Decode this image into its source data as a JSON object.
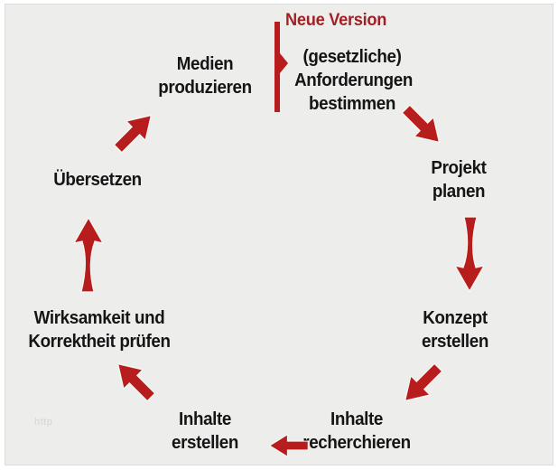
{
  "diagram": {
    "title": "Neue Version",
    "watermark": "http",
    "colors": {
      "arrow_red": "#b81d1d",
      "title_red": "#9f2124",
      "text": "#151515",
      "panel_background": "#ededec",
      "panel_border": "#dcdcdc",
      "frame": "#ffffff"
    },
    "steps": [
      {
        "id": "anforderungen-bestimmen",
        "label": "(gesetzliche)\nAnforderungen\nbestimmen"
      },
      {
        "id": "projekt-planen",
        "label": "Projekt\nplanen"
      },
      {
        "id": "konzept-erstellen",
        "label": "Konzept\nerstellen"
      },
      {
        "id": "inhalte-recherchieren",
        "label": "Inhalte\nrecherchieren"
      },
      {
        "id": "inhalte-erstellen",
        "label": "Inhalte\nerstellen"
      },
      {
        "id": "wirksamkeit-pruefen",
        "label": "Wirksamkeit und\nKorrektheit prüfen"
      },
      {
        "id": "uebersetzen",
        "label": "Übersetzen"
      },
      {
        "id": "medien-produzieren",
        "label": "Medien\nproduzieren"
      }
    ],
    "arrows": [
      {
        "icon": "entry-marker-icon",
        "from": "neue-version",
        "to": "anforderungen-bestimmen"
      },
      {
        "icon": "arrow-down-right-icon",
        "from": "anforderungen-bestimmen",
        "to": "projekt-planen"
      },
      {
        "icon": "arrow-down-icon",
        "from": "projekt-planen",
        "to": "konzept-erstellen"
      },
      {
        "icon": "arrow-down-left-icon",
        "from": "konzept-erstellen",
        "to": "inhalte-recherchieren"
      },
      {
        "icon": "arrow-left-icon",
        "from": "inhalte-recherchieren",
        "to": "inhalte-erstellen"
      },
      {
        "icon": "arrow-up-left-icon",
        "from": "inhalte-erstellen",
        "to": "wirksamkeit-pruefen"
      },
      {
        "icon": "arrow-up-icon",
        "from": "wirksamkeit-pruefen",
        "to": "uebersetzen"
      },
      {
        "icon": "arrow-up-right-icon",
        "from": "uebersetzen",
        "to": "medien-produzieren"
      }
    ]
  }
}
